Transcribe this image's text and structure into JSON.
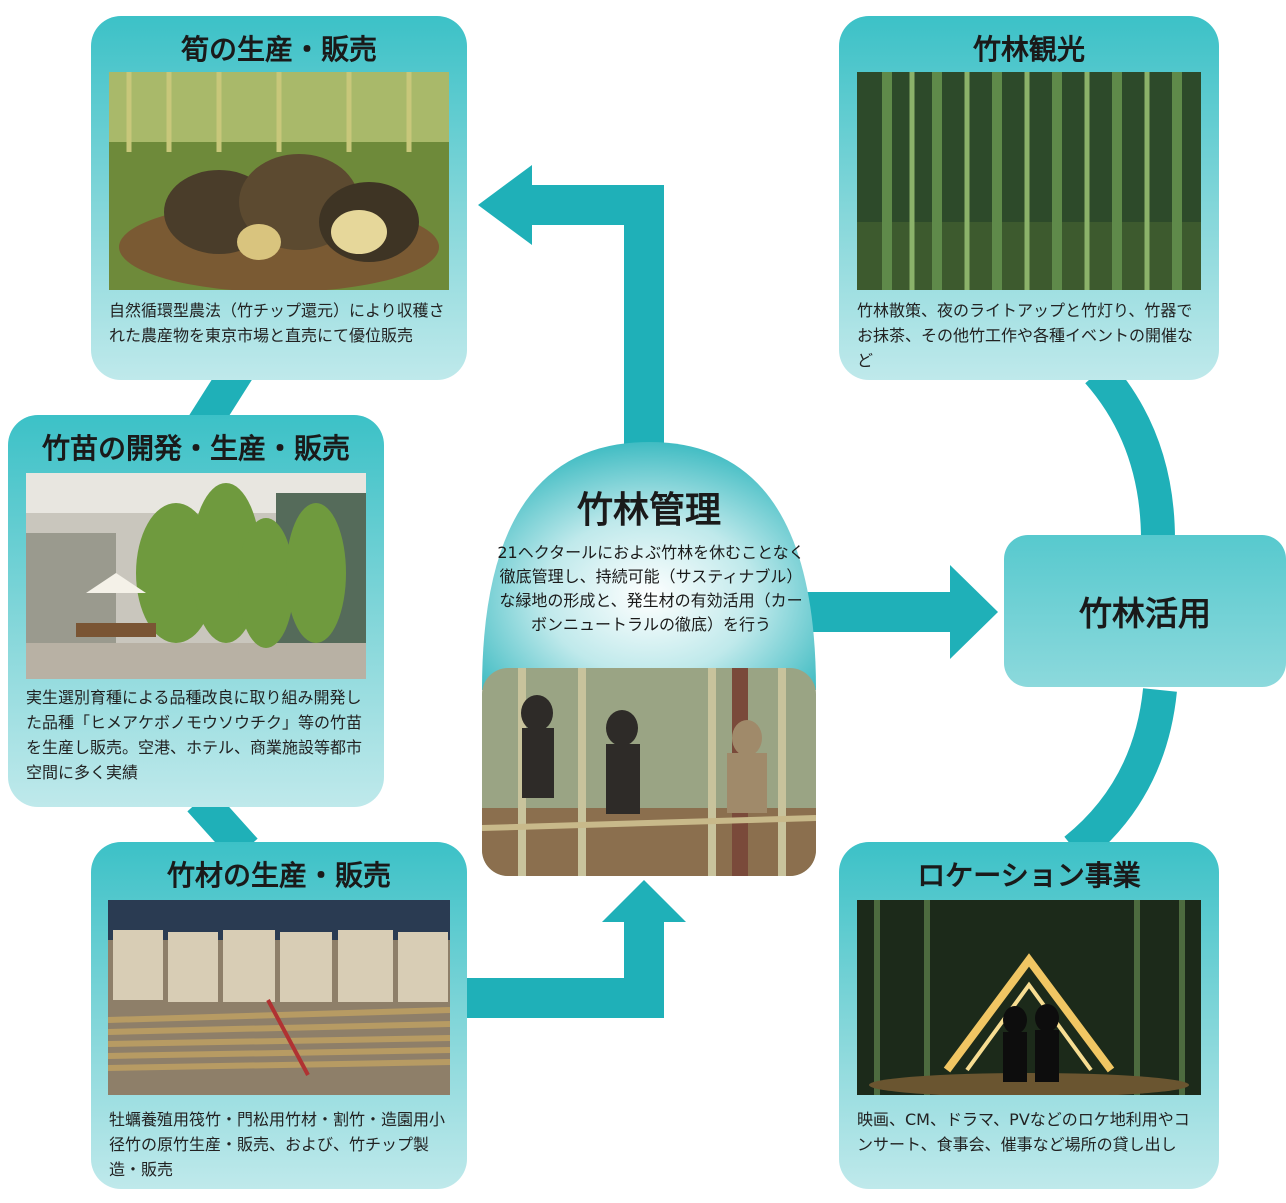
{
  "colors": {
    "accent": "#1fb0b8",
    "card_top": "#3cc1c7",
    "card_bottom": "#bfe9eb"
  },
  "center": {
    "title": "竹林管理",
    "description": "21ヘクタールにおよぶ竹林を休むことなく徹底管理し、持続可能（サスティナブル）な緑地の形成と、発生材の有効活用（カーボンニュートラルの徹底）を行う",
    "photo_icon": "workers-cutting-bamboo"
  },
  "hub": {
    "title": "竹林活用"
  },
  "cards": {
    "shoots": {
      "title": "筍の生産・販売",
      "description": "自然循環型農法（竹チップ還元）により収穫された農産物を東京市場と直売にて優位販売",
      "photo_icon": "bamboo-shoots-basket"
    },
    "seedlings": {
      "title": "竹苗の開発・生産・販売",
      "description": "実生選別育種による品種改良に取り組み開発した品種「ヒメアケボノモウソウチク」等の竹苗を生産し販売。空港、ホテル、商業施設等都市空間に多く実績",
      "photo_icon": "courtyard-bamboo-planting"
    },
    "materials": {
      "title": "竹材の生産・販売",
      "description": "牡蠣養殖用筏竹・門松用竹材・割竹・造園用小径竹の原竹生産・販売、および、竹チップ製造・販売",
      "photo_icon": "bamboo-poles-and-bags"
    },
    "tourism": {
      "title": "竹林観光",
      "description": "竹林散策、夜のライトアップと竹灯り、竹器でお抹茶、その他竹工作や各種イベントの開催など",
      "photo_icon": "bamboo-forest"
    },
    "location": {
      "title": "ロケーション事業",
      "description": "映画、CM、ドラマ、PVなどのロケ地利用やコンサート、食事会、催事など場所の貸し出し",
      "photo_icon": "illuminated-bamboo-arch"
    }
  }
}
